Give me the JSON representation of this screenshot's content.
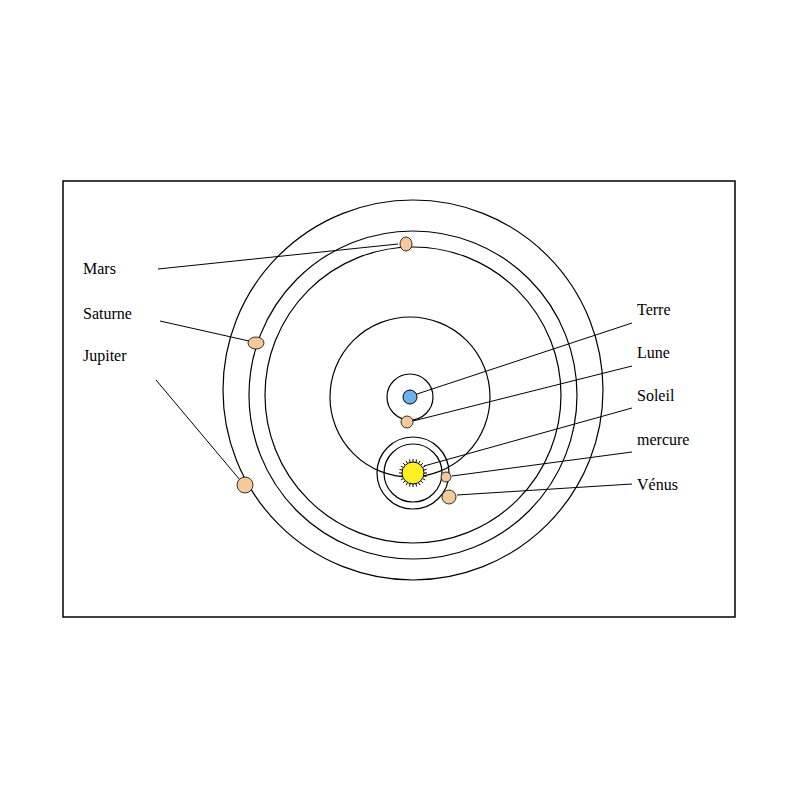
{
  "diagram": {
    "labels": [
      "Mars",
      "Saturne",
      "Jupiter",
      "Terre",
      "Lune",
      "Soleil",
      "mercure",
      "Vénus"
    ]
  }
}
